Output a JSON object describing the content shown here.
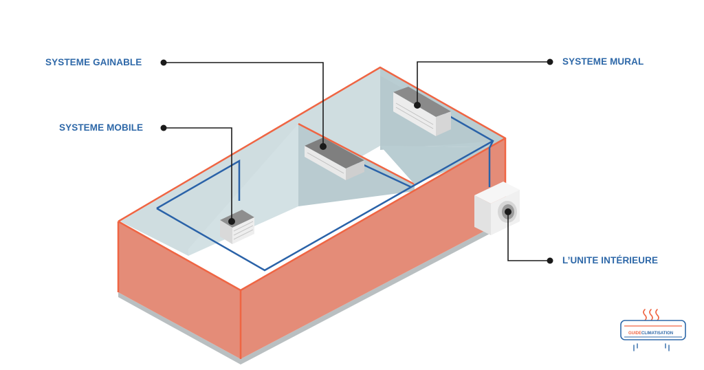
{
  "labels": {
    "gainable": "SYSTEME GAINABLE",
    "mobile": "SYSTEME MOBILE",
    "mural": "SYSTEME MURAL",
    "unite": "L’UNITE INTÉRIEURE"
  },
  "logo": {
    "word1": "GUIDE",
    "word2": "CLIMATISATION"
  },
  "colors": {
    "wall_front": "#e48c78",
    "wall_edge": "#ef6543",
    "interior": "#cfdde0",
    "pipe": "#2a62a8",
    "label": "#2e68a8",
    "leader": "#1a1a1a"
  }
}
